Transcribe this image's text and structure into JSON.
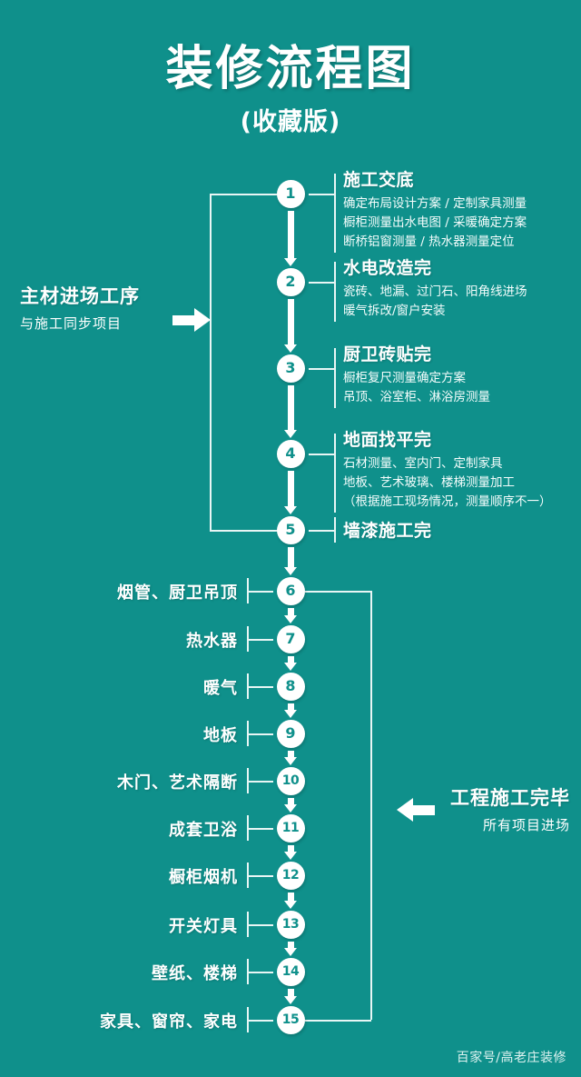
{
  "header": {
    "title": "装修流程图",
    "subtitle": "(收藏版)"
  },
  "captions": {
    "left": {
      "main": "主材进场工序",
      "sub": "与施工同步项目",
      "arrow": "arrow-right-icon"
    },
    "right": {
      "main": "工程施工完毕",
      "sub": "所有项目进场",
      "arrow": "arrow-left-icon"
    }
  },
  "steps_upper": [
    {
      "num": "1",
      "head": "施工交底",
      "lines": [
        "确定布局设计方案 / 定制家具测量",
        "橱柜测量出水电图 / 采暖确定方案",
        "断桥铝窗测量 / 热水器测量定位"
      ]
    },
    {
      "num": "2",
      "head": "水电改造完",
      "lines": [
        "瓷砖、地漏、过门石、阳角线进场",
        "暖气拆改/窗户安装"
      ]
    },
    {
      "num": "3",
      "head": "厨卫砖贴完",
      "lines": [
        "橱柜复尺测量确定方案",
        "吊顶、浴室柜、淋浴房测量"
      ]
    },
    {
      "num": "4",
      "head": "地面找平完",
      "lines": [
        "石材测量、室内门、定制家具",
        "地板、艺术玻璃、楼梯测量加工",
        "（根据施工现场情况，测量顺序不一）"
      ]
    },
    {
      "num": "5",
      "head": "墙漆施工完",
      "lines": []
    }
  ],
  "steps_lower": [
    {
      "num": "6",
      "label": "烟管、厨卫吊顶"
    },
    {
      "num": "7",
      "label": "热水器"
    },
    {
      "num": "8",
      "label": "暖气"
    },
    {
      "num": "9",
      "label": "地板"
    },
    {
      "num": "10",
      "label": "木门、艺术隔断"
    },
    {
      "num": "11",
      "label": "成套卫浴"
    },
    {
      "num": "12",
      "label": "橱柜烟机"
    },
    {
      "num": "13",
      "label": "开关灯具"
    },
    {
      "num": "14",
      "label": "壁纸、楼梯"
    },
    {
      "num": "15",
      "label": "家具、窗帘、家电"
    }
  ],
  "footer": {
    "credit": "百家号/高老庄装修"
  },
  "colors": {
    "background": "#0f908b",
    "foreground": "#ffffff",
    "line": "#e8f6f5"
  }
}
